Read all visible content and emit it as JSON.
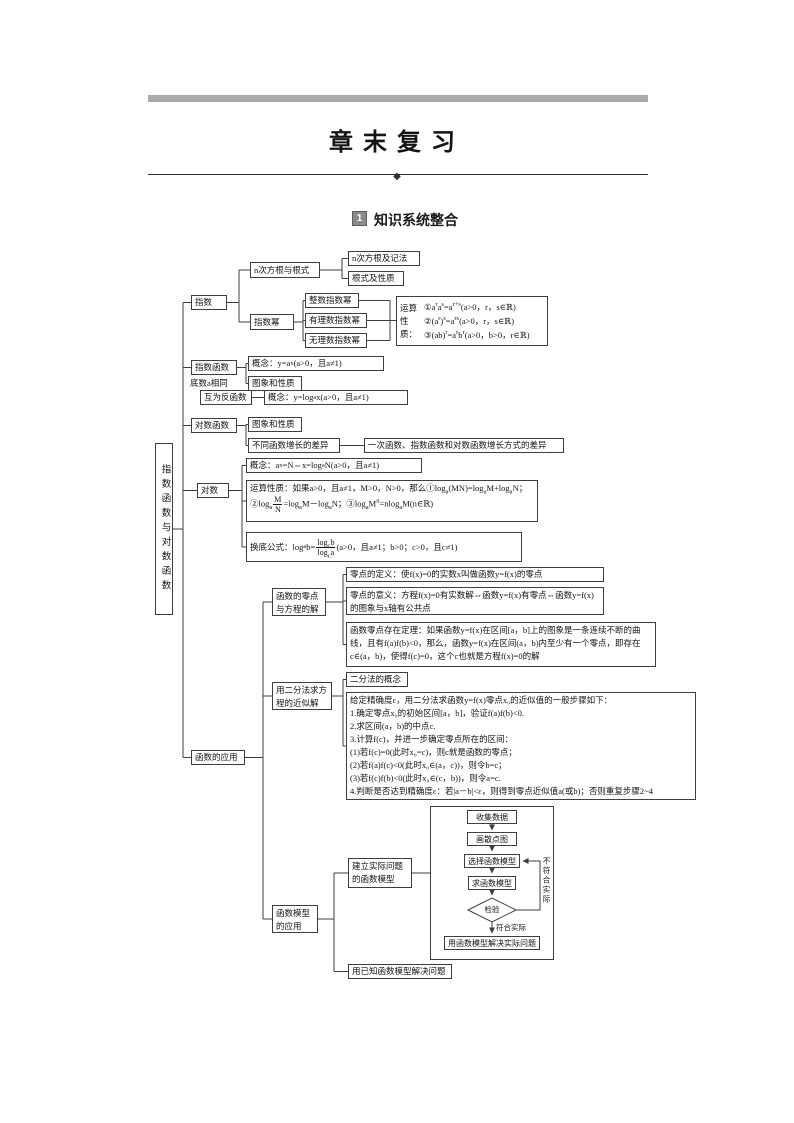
{
  "page": {
    "title": "章末复习",
    "section_badge": "1",
    "section_heading": "知识系统整合",
    "ornament": "◆"
  },
  "root_label": "指数函数与对数函数",
  "exponent": {
    "label": "指数",
    "nroot": "n次方根与根式",
    "nroot_notation": "n次方根及记法",
    "radical_props": "根式及性质",
    "power": "指数幂",
    "integer_power": "整数指数幂",
    "rational_power": "有理数指数幂",
    "irrational_power": "无理数指数幂",
    "ops_label": "运算性质：",
    "ops1": "①a<sup>r</sup>a<sup>s</sup>=a<sup>r+s</sup>(a>0，r，s∈ℝ)",
    "ops2": "②(a<sup>r</sup>)<sup>s</sup>=a<sup>rs</sup>(a>0，r，s∈ℝ)",
    "ops3": "③(ab)<sup>r</sup>=a<sup>r</sup>b<sup>r</sup>(a>0，b>0，r∈ℝ)"
  },
  "exp_function": {
    "label": "指数函数",
    "concept": "概念：y=a<sup>x</sup>(a>0，且a≠1)",
    "graph": "图象和性质"
  },
  "relation": {
    "same_base": "底数a相同",
    "inverse": "互为反函数"
  },
  "log_function": {
    "label": "对数函数",
    "concept": "概念：y=log<sub>a</sub>x(a>0，且a≠1)",
    "graph": "图象和性质",
    "growth_diff": "不同函数增长的差异",
    "growth_note": "一次函数、指数函数和对数函数增长方式的差异"
  },
  "logarithm": {
    "label": "对数",
    "concept": "概念：a<sup>x</sup>=N⇔x=log<sub>a</sub>N(a>0，且a≠1)",
    "ops": "运算性质：如果a>0，且a≠1，M>0，N>0，那么①log<sub>a</sub>(MN)=log<sub>a</sub>M+log<sub>a</sub>N；②log<sub>a</sub><span class='frac'><span>M</span><span>N</span></span>=log<sub>a</sub>M－log<sub>a</sub>N；③log<sub>a</sub>M<sup>n</sup>=nlog<sub>a</sub>M(n∈ℝ)",
    "change_base": "换底公式：log<sub>a</sub>b=<span class='frac'><span>log<sub>c</sub>b</span><span>log<sub>c</sub>a</span></span>(a>0，且a≠1；b>0；c>0，且c≠1)"
  },
  "application": {
    "label": "函数的应用",
    "zeros": {
      "label": "函数的零点与方程的解",
      "definition": "零点的定义：使f(x)=0的实数x叫做函数y=f(x)的零点",
      "meaning": "零点的意义：方程f(x)=0有实数解⇔函数y=f(x)有零点⇔函数y=f(x)的图象与x轴有公共点",
      "theorem": "函数零点存在定理：如果函数y=f(x)在区间[a，b]上的图象是一条连续不断的曲线，且有f(a)f(b)<0，那么，函数y=f(x)在区间(a，b)内至少有一个零点，即存在c∈(a，b)，使得f(c)=0，这个c也就是方程f(x)=0的解"
    },
    "bisection": {
      "label": "用二分法求方程的近似解",
      "concept": "二分法的概念",
      "steps": [
        "给定精确度ε，用二分法求函数y=f(x)零点x₀的近似值的一般步骤如下：",
        "1.确定零点x₀的初始区间[a，b]，验证f(a)f(b)<0.",
        "2.求区间(a，b)的中点c.",
        "3.计算f(c)，并进一步确定零点所在的区间：",
        "(1)若f(c)=0(此时x₀=c)，则c就是函数的零点；",
        "(2)若f(a)f(c)<0(此时x₀∈(a，c))，则令b=c；",
        "(3)若f(c)f(b)<0(此时x₀∈(c，b))，则令a=c.",
        "4.判断是否达到精确度ε：若|a－b|<ε，则得到零点近似值a(或b)；否则重复步骤2~4"
      ]
    },
    "model": {
      "label": "函数模型的应用",
      "build": "建立实际问题的函数模型",
      "known": "用已知函数模型解决问题",
      "flow": {
        "collect": "收集数据",
        "scatter": "画散点图",
        "choose": "选择函数模型",
        "solve": "求函数模型",
        "check": "检验",
        "fit": "符合实际",
        "not_fit": "不符合实际",
        "use": "用函数模型解决实际问题"
      }
    }
  }
}
